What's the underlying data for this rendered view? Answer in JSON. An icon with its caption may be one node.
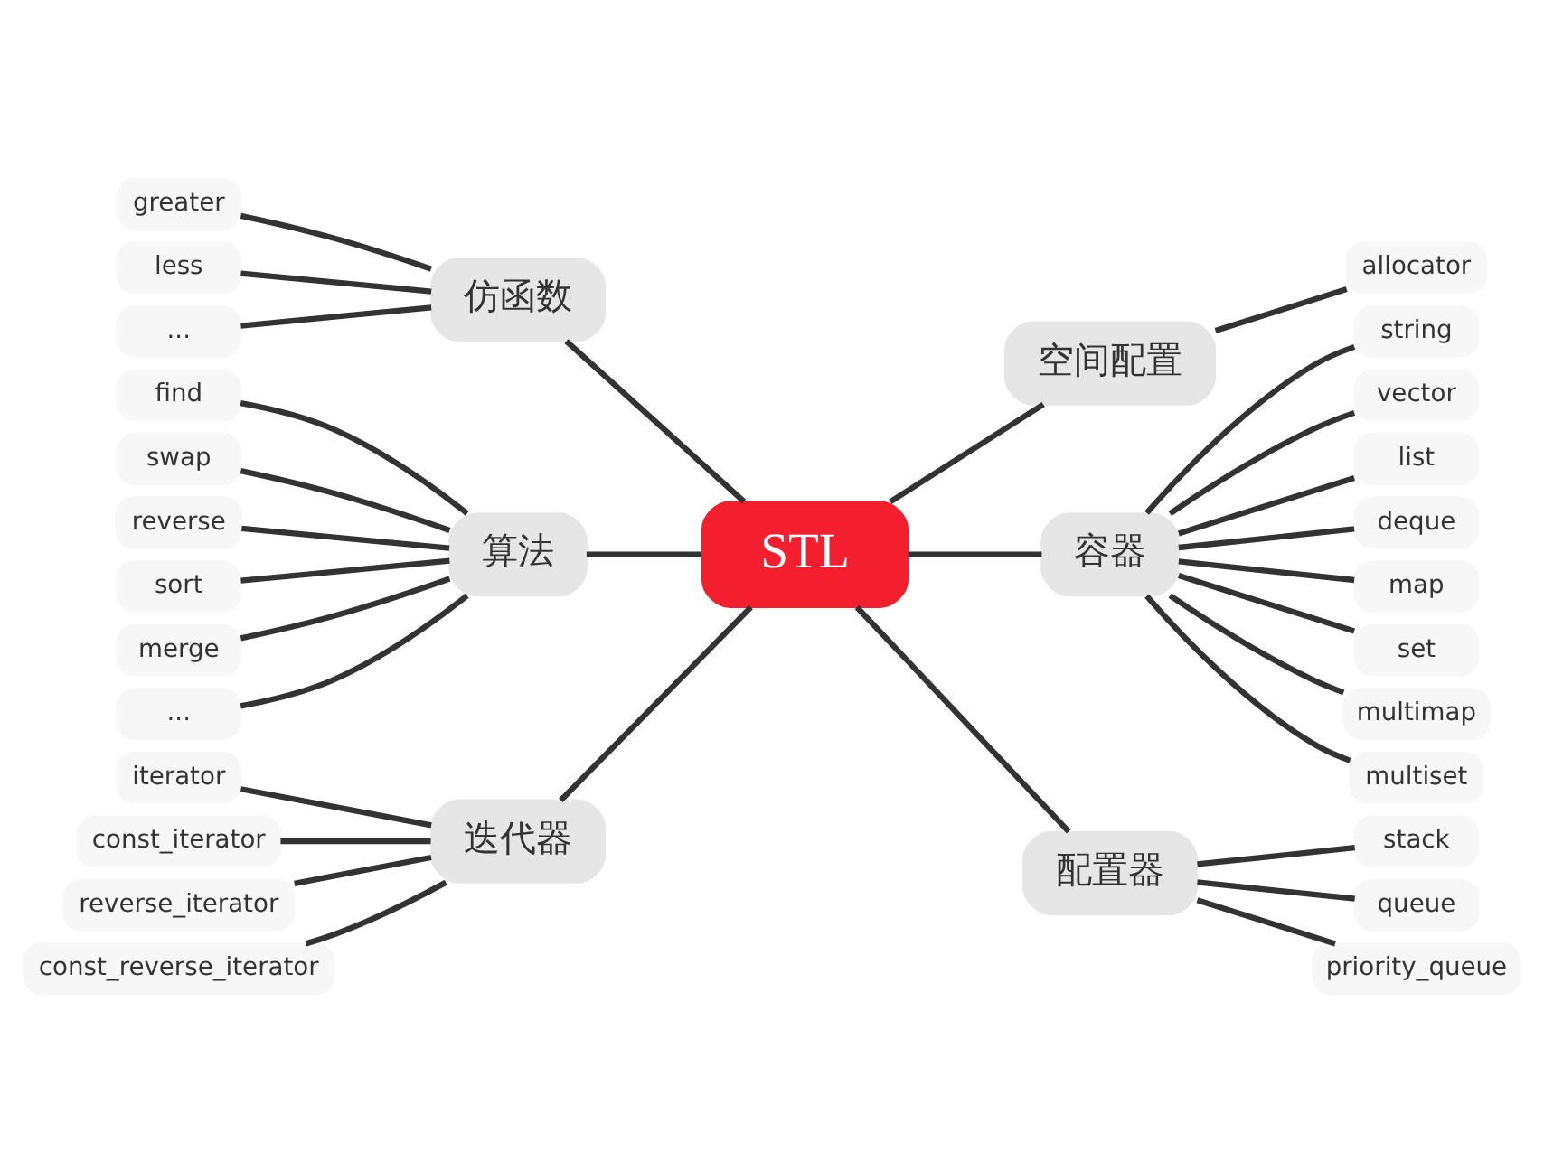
{
  "diagram": {
    "nodes": [
      {
        "text": [
          "STL"
        ]
      },
      {
        "text": [
          "仿函数"
        ]
      },
      {
        "text": [
          "greater"
        ]
      },
      {
        "text": [
          "less"
        ]
      },
      {
        "text": [
          "..."
        ]
      },
      {
        "text": [
          "算法"
        ]
      },
      {
        "text": [
          "find"
        ]
      },
      {
        "text": [
          "swap"
        ]
      },
      {
        "text": [
          "reverse"
        ]
      },
      {
        "text": [
          "sort"
        ]
      },
      {
        "text": [
          "merge"
        ]
      },
      {
        "text": [
          "..."
        ]
      },
      {
        "text": [
          "迭代器"
        ]
      },
      {
        "text": [
          "iterator"
        ]
      },
      {
        "text": [
          "const_iterator"
        ]
      },
      {
        "text": [
          "reverse_iterator"
        ]
      },
      {
        "text": [
          "const_reverse_iterator"
        ]
      },
      {
        "text": [
          "空间配置"
        ]
      },
      {
        "text": [
          "allocator"
        ]
      },
      {
        "text": [
          "容器"
        ]
      },
      {
        "text": [
          "string"
        ]
      },
      {
        "text": [
          "vector"
        ]
      },
      {
        "text": [
          "list"
        ]
      },
      {
        "text": [
          "deque"
        ]
      },
      {
        "text": [
          "map"
        ]
      },
      {
        "text": [
          "set"
        ]
      },
      {
        "text": [
          "multimap"
        ]
      },
      {
        "text": [
          "multiset"
        ]
      },
      {
        "text": [
          "配置器"
        ]
      },
      {
        "text": [
          "stack"
        ]
      },
      {
        "text": [
          "queue"
        ]
      },
      {
        "text": [
          "priority_queue"
        ]
      }
    ],
    "edges": [
      {
        "from": 1,
        "to": 0,
        "arrow": "none"
      },
      {
        "from": 5,
        "to": 0,
        "arrow": "none"
      },
      {
        "from": 12,
        "to": 0,
        "arrow": "none"
      },
      {
        "from": 0,
        "to": 17,
        "arrow": "none"
      },
      {
        "from": 0,
        "to": 19,
        "arrow": "none"
      },
      {
        "from": 0,
        "to": 28,
        "arrow": "none"
      },
      {
        "from": 2,
        "to": 1,
        "arrow": "none"
      },
      {
        "from": 3,
        "to": 1,
        "arrow": "none"
      },
      {
        "from": 4,
        "to": 1,
        "arrow": "none"
      },
      {
        "from": 6,
        "to": 5,
        "arrow": "none"
      },
      {
        "from": 7,
        "to": 5,
        "arrow": "none"
      },
      {
        "from": 8,
        "to": 5,
        "arrow": "none"
      },
      {
        "from": 9,
        "to": 5,
        "arrow": "none"
      },
      {
        "from": 10,
        "to": 5,
        "arrow": "none"
      },
      {
        "from": 11,
        "to": 5,
        "arrow": "none"
      },
      {
        "from": 13,
        "to": 12,
        "arrow": "none"
      },
      {
        "from": 14,
        "to": 12,
        "arrow": "none"
      },
      {
        "from": 15,
        "to": 12,
        "arrow": "none"
      },
      {
        "from": 16,
        "to": 12,
        "arrow": "none"
      },
      {
        "from": 17,
        "to": 18,
        "arrow": "none"
      },
      {
        "from": 19,
        "to": 20,
        "arrow": "none"
      },
      {
        "from": 19,
        "to": 21,
        "arrow": "none"
      },
      {
        "from": 19,
        "to": 22,
        "arrow": "none"
      },
      {
        "from": 19,
        "to": 23,
        "arrow": "none"
      },
      {
        "from": 19,
        "to": 24,
        "arrow": "none"
      },
      {
        "from": 19,
        "to": 25,
        "arrow": "none"
      },
      {
        "from": 19,
        "to": 26,
        "arrow": "none"
      },
      {
        "from": 19,
        "to": 27,
        "arrow": "none"
      },
      {
        "from": 28,
        "to": 29,
        "arrow": "none"
      },
      {
        "from": 28,
        "to": 30,
        "arrow": "none"
      },
      {
        "from": 28,
        "to": 31,
        "arrow": "none"
      }
    ]
  }
}
